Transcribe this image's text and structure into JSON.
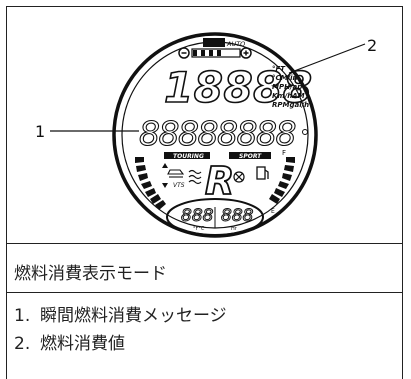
{
  "figure": {
    "callouts": [
      {
        "number": "1"
      },
      {
        "number": "2"
      }
    ],
    "display": {
      "main_digits": "18888",
      "segment_row": "88888888",
      "gear": "R",
      "left_small": "888",
      "right_small": "888",
      "left_small_unit": "°F°C",
      "right_small_unit": "Hr",
      "auto_label": "AUTO",
      "units_labels": [
        "°FT",
        "°CM/in",
        "MPH/ap",
        "Km/hAM",
        "RPMgal/h"
      ],
      "touring_label": "TOURING",
      "sport_label": "SPORT",
      "vts_label": "VTS",
      "fuel_full": "F",
      "fuel_empty": "E"
    }
  },
  "caption": "燃料消費表示モード",
  "legend": [
    {
      "number": "1.",
      "text": "瞬間燃料消費メッセージ"
    },
    {
      "number": "2.",
      "text": "燃料消費値"
    }
  ]
}
